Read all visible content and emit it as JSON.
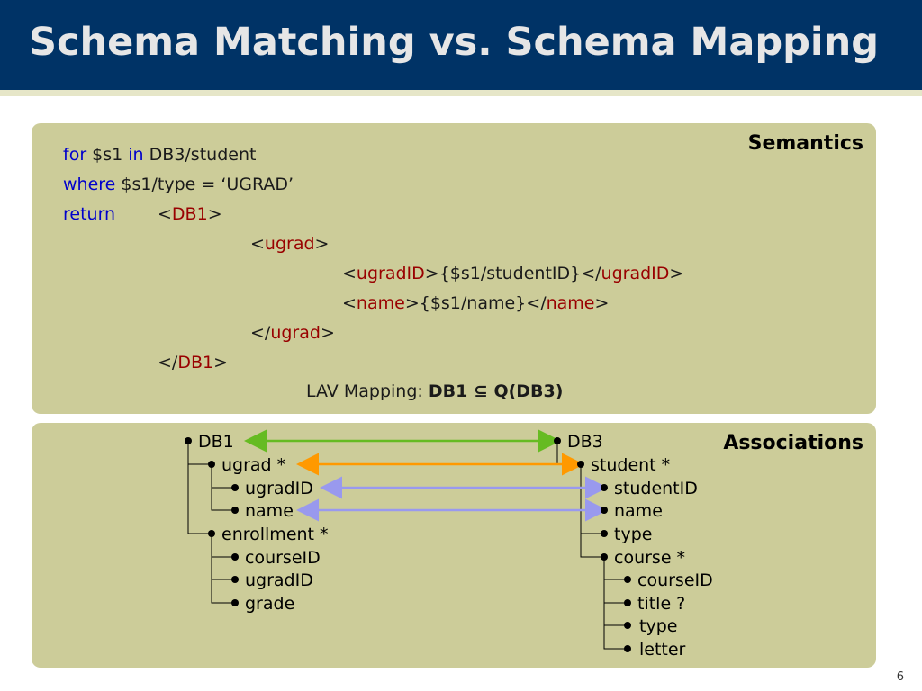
{
  "title": "Schema Matching vs. Schema Mapping",
  "semantics": {
    "heading": "Semantics",
    "lines": [
      {
        "kw": "for",
        "rest1": " $s1 ",
        "kw2": "in",
        "rest2": " DB3/student"
      },
      {
        "kw": "where",
        "rest": " $s1/type = ‘UGRAD’"
      },
      {
        "kw": "return",
        "lt": "<",
        "tag": "DB1",
        "gt": ">"
      },
      {
        "lt": "<",
        "tag": "ugrad",
        "gt": ">"
      },
      {
        "lt": "<",
        "tag": "ugradID",
        "mid": ">{$s1/studentID}</",
        "tag2": "ugradID",
        "gt": ">"
      },
      {
        "lt": "<",
        "tag": "name",
        "mid": ">{$s1/name}</",
        "tag2": "name",
        "gt": ">"
      },
      {
        "lt": "</",
        "tag": "ugrad",
        "gt": ">"
      },
      {
        "lt": "</",
        "tag": "DB1",
        "gt": ">"
      }
    ],
    "lav_label": "LAV Mapping: ",
    "lav_formula": "DB1 ⊆ Q(DB3)"
  },
  "associations": {
    "heading": "Associations",
    "left_tree": [
      "DB1",
      "ugrad *",
      "ugradID",
      "name",
      "enrollment *",
      "courseID",
      "ugradID",
      "grade"
    ],
    "right_tree": [
      "DB3",
      "student *",
      "studentID",
      "name",
      "type",
      "course *",
      "courseID",
      "title ?",
      "type",
      "letter"
    ],
    "links": [
      {
        "from": "DB1",
        "to": "DB3",
        "color": "#66bb22"
      },
      {
        "from": "ugrad *",
        "to": "student *",
        "color": "#ff9900"
      },
      {
        "from": "ugradID",
        "to": "studentID",
        "color": "#9999ee"
      },
      {
        "from": "name",
        "to": "name",
        "color": "#9999ee"
      }
    ]
  },
  "page_number": "6"
}
